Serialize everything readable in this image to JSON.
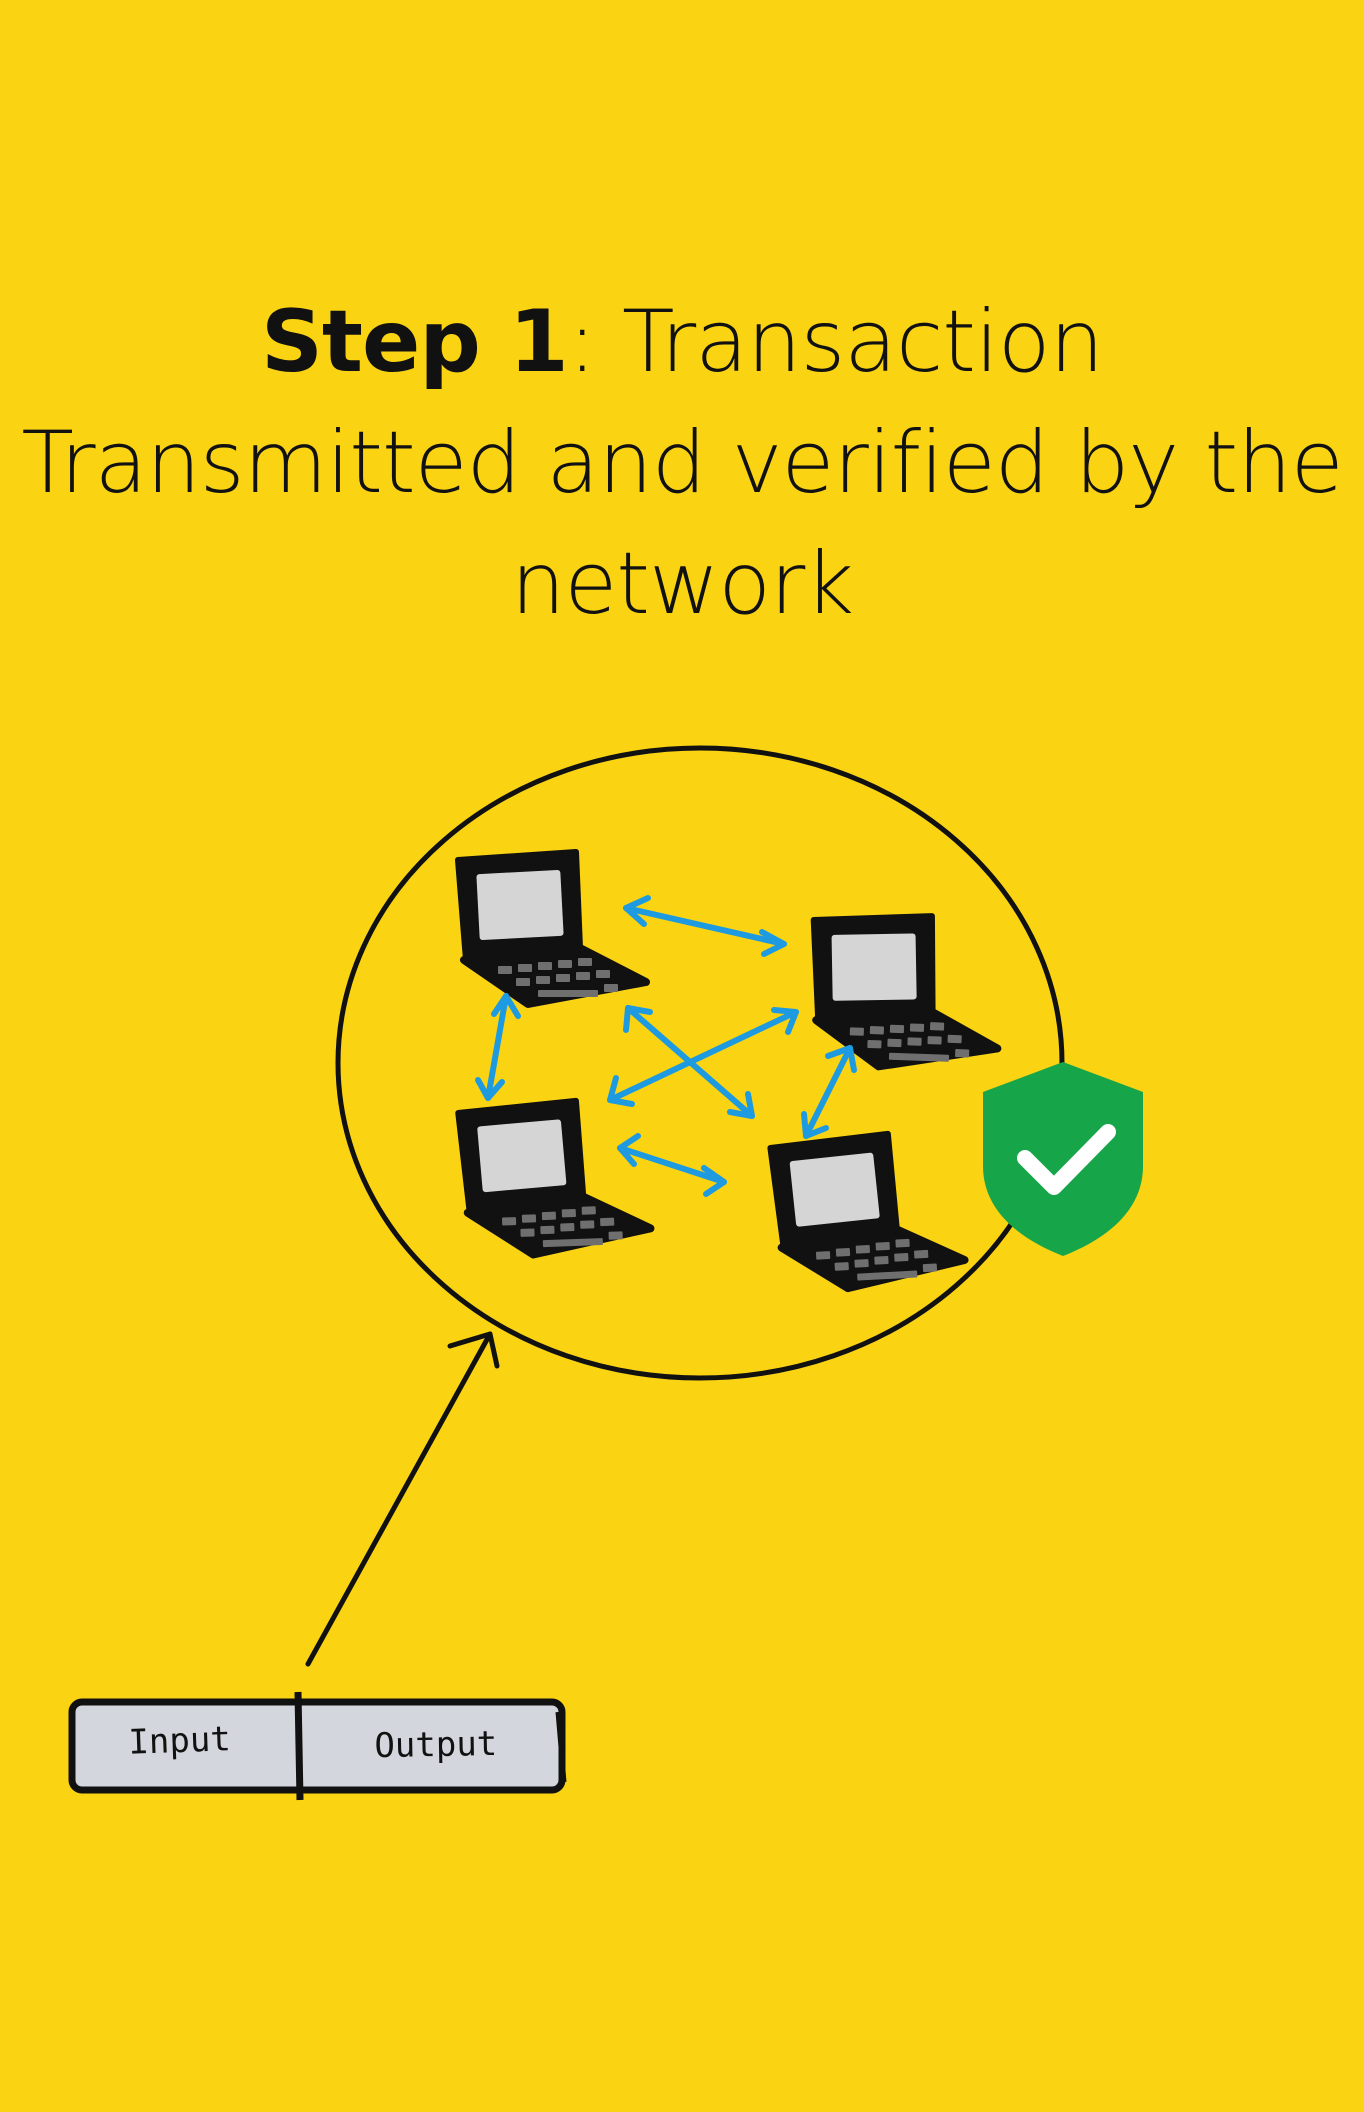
{
  "title": {
    "step": "Step 1",
    "separator": ": ",
    "rest": "Transaction Transmitted and verified by the network"
  },
  "transaction": {
    "input_label": "Input",
    "output_label": "Output"
  },
  "colors": {
    "background": "#FAD312",
    "arrows": "#1E9BE0",
    "shield": "#17A54A",
    "laptop_screen": "#D5D5D5",
    "laptop_body": "#111111",
    "box_fill": "#D3D6DC"
  },
  "icons": {
    "laptop": "laptop-icon",
    "shield": "shield-check-icon"
  }
}
